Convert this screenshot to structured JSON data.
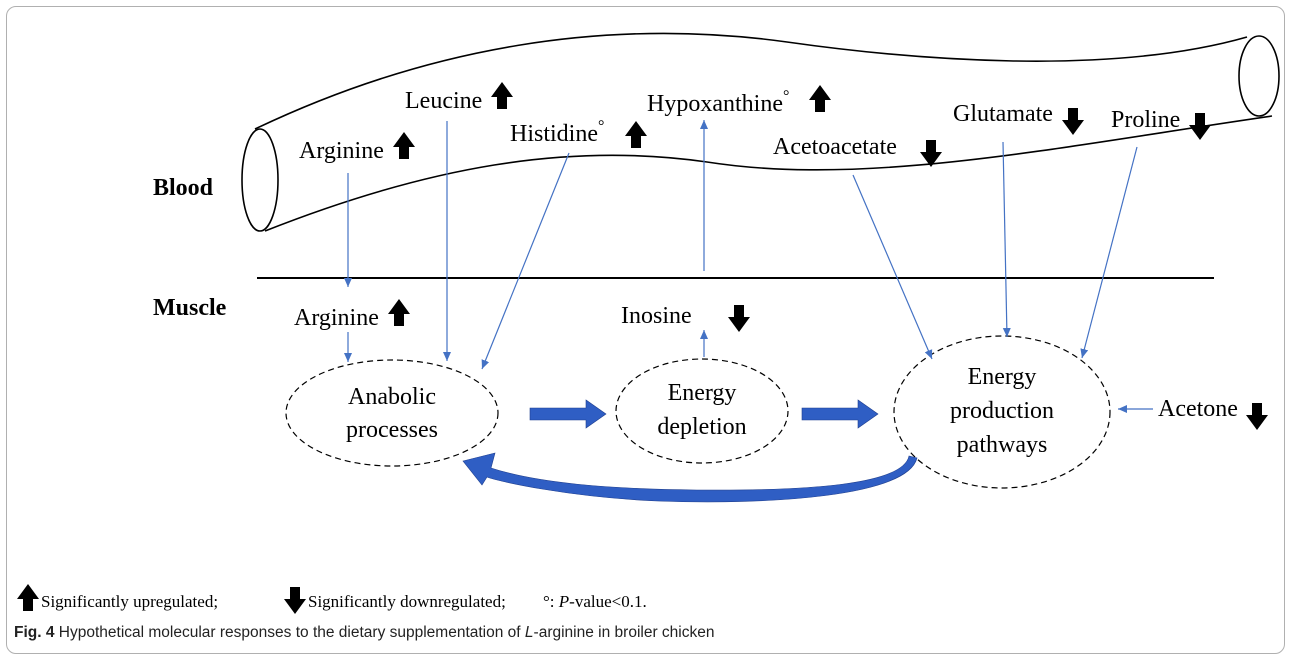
{
  "figure": {
    "regions": {
      "blood": "Blood",
      "muscle": "Muscle"
    },
    "blood_metabolites": [
      {
        "name": "Arginine",
        "direction": "up"
      },
      {
        "name": "Leucine",
        "direction": "up"
      },
      {
        "name": "Histidine",
        "mark": "°",
        "direction": "up"
      },
      {
        "name": "Hypoxanthine",
        "mark": "°",
        "direction": "up"
      },
      {
        "name": "Acetoacetate",
        "direction": "down"
      },
      {
        "name": "Glutamate",
        "direction": "down"
      },
      {
        "name": "Proline",
        "direction": "down"
      }
    ],
    "muscle_metabolites": [
      {
        "name": "Arginine",
        "direction": "up"
      },
      {
        "name": "Inosine",
        "direction": "down"
      },
      {
        "name": "Acetone",
        "direction": "down"
      }
    ],
    "processes": [
      {
        "lines": [
          "Anabolic",
          "processes"
        ]
      },
      {
        "lines": [
          "Energy",
          "depletion"
        ]
      },
      {
        "lines": [
          "Energy",
          "production",
          "pathways"
        ]
      }
    ],
    "legend": {
      "up_text": "Significantly upregulated;",
      "down_text": "Significantly downregulated;",
      "p_text_prefix": "°: ",
      "p_text_italic": "P",
      "p_text_suffix": "-value<0.1."
    },
    "colors": {
      "arrow_blue": "#4472c4",
      "big_arrow_blue": "#2f5ec4",
      "text": "#000000"
    }
  },
  "caption": {
    "label": "Fig. 4",
    "text_before": " Hypothetical molecular responses to the dietary supplementation of ",
    "italic": "L",
    "text_after": "-arginine in broiler chicken"
  }
}
